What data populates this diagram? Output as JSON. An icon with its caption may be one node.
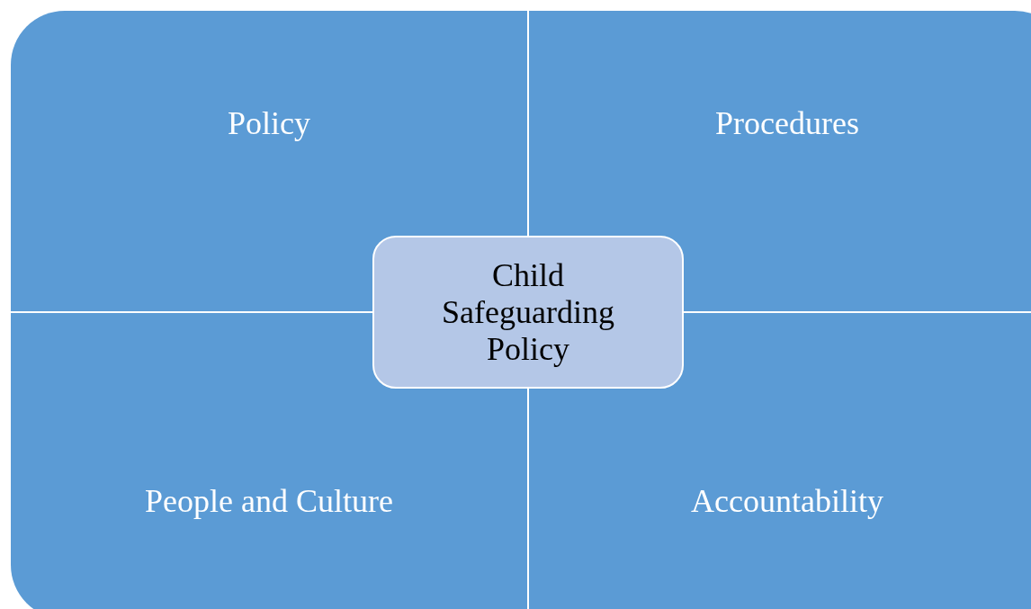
{
  "diagram": {
    "nodes": [
      {
        "text": [
          "Policy"
        ]
      },
      {
        "text": [
          "Procedures"
        ]
      },
      {
        "text": [
          "People and Culture"
        ]
      },
      {
        "text": [
          "Accountability"
        ]
      },
      {
        "text": [
          "Child Safeguarding Policy"
        ]
      }
    ]
  }
}
